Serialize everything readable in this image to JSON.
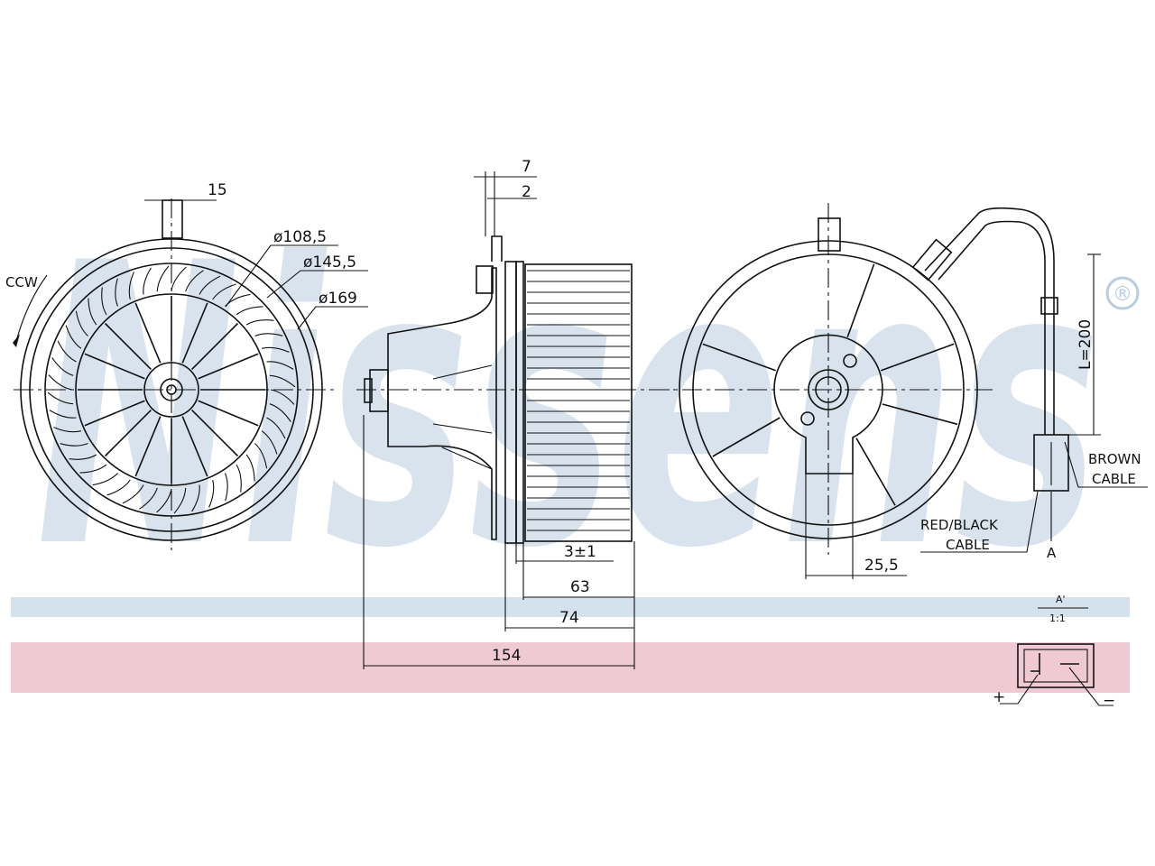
{
  "watermark": {
    "brand": "Nissens",
    "registered_mark": "®",
    "band_colors": {
      "blue": "#d4e2ee",
      "pink": "#efc9d3"
    }
  },
  "dimensions": {
    "d15": "15",
    "dia_108": "ø108,5",
    "dia_145": "ø145,5",
    "dia_169": "ø169",
    "rotation": "CCW",
    "d7": "7",
    "d2": "2",
    "d3": "3±1",
    "d63": "63",
    "d74": "74",
    "d154": "154",
    "d25": "25,5",
    "cable_length": "L=200"
  },
  "labels": {
    "brown_cable_1": "BROWN",
    "brown_cable_2": "CABLE",
    "red_cable_1": "RED/BLACK",
    "red_cable_2": "CABLE",
    "section_ref": "A",
    "detail_ref": "A'",
    "detail_scale": "1:1",
    "plus": "+",
    "minus": "−"
  }
}
